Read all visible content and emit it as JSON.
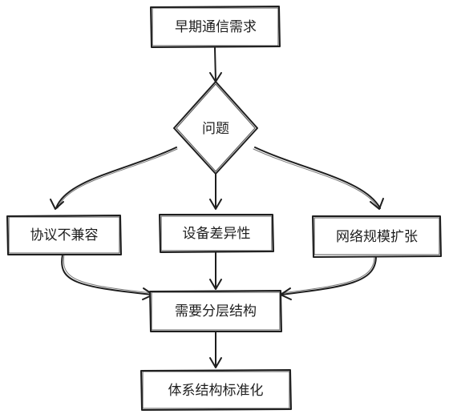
{
  "nodes": {
    "early_needs": "早期通信需求",
    "problem": "问题",
    "protocol_incompatibility": "协议不兼容",
    "device_heterogeneity": "设备差异性",
    "network_scaling": "网络规模扩张",
    "need_layering": "需要分层结构",
    "standardization": "体系结构标准化"
  }
}
